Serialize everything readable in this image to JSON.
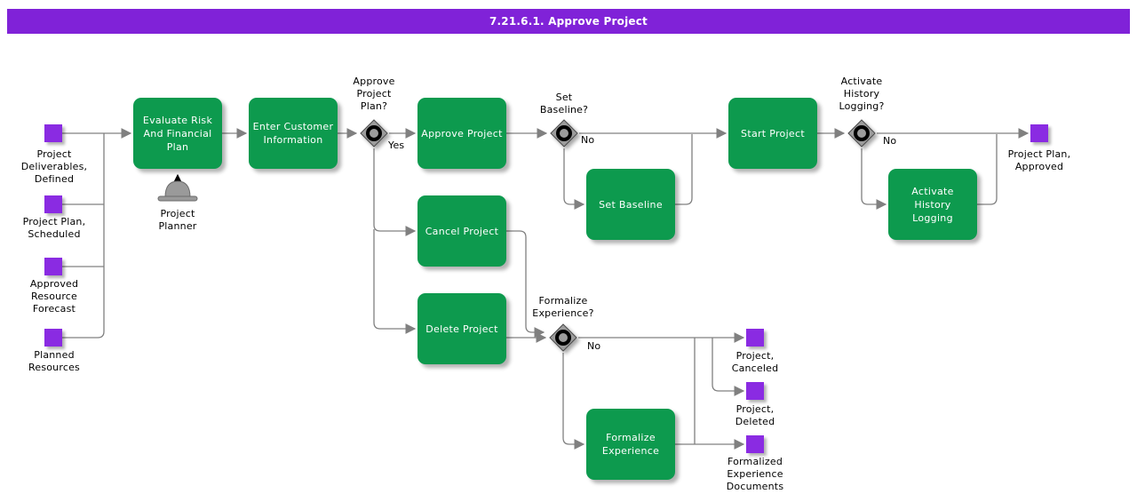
{
  "title": "7.21.6.1. Approve Project",
  "colors": {
    "title_bar": "#8022D8",
    "process_green": "#0D9A4E",
    "artifact_purple": "#8A2BE2",
    "connector_gray": "#808080",
    "decision_gray": "#9C9C9C"
  },
  "actor": {
    "label": "Project\nPlanner"
  },
  "processes": {
    "evaluate_risk": "Evaluate Risk\nAnd Financial\nPlan",
    "enter_customer": "Enter Customer\nInformation",
    "approve_project": "Approve Project",
    "cancel_project": "Cancel Project",
    "delete_project": "Delete Project",
    "set_baseline": "Set Baseline",
    "start_project": "Start Project",
    "activate_history": "Activate History\nLogging",
    "formalize_experience": "Formalize\nExperience"
  },
  "decisions": {
    "approve_plan": {
      "question": "Approve\nProject\nPlan?",
      "branch": "Yes"
    },
    "set_baseline": {
      "question": "Set\nBaseline?",
      "branch": "No"
    },
    "activate_history": {
      "question": "Activate\nHistory\nLogging?",
      "branch": "No"
    },
    "formalize_experience": {
      "question": "Formalize\nExperience?",
      "branch": "No"
    }
  },
  "inputs": {
    "deliverables": "Project\nDeliverables,\nDefined",
    "plan_scheduled": "Project Plan,\nScheduled",
    "resource_forecast": "Approved\nResource\nForecast",
    "planned_resources": "Planned\nResources"
  },
  "outputs": {
    "plan_approved": "Project Plan,\nApproved",
    "project_canceled": "Project,\nCanceled",
    "project_deleted": "Project,\nDeleted",
    "formalized_docs": "Formalized\nExperience\nDocuments"
  }
}
